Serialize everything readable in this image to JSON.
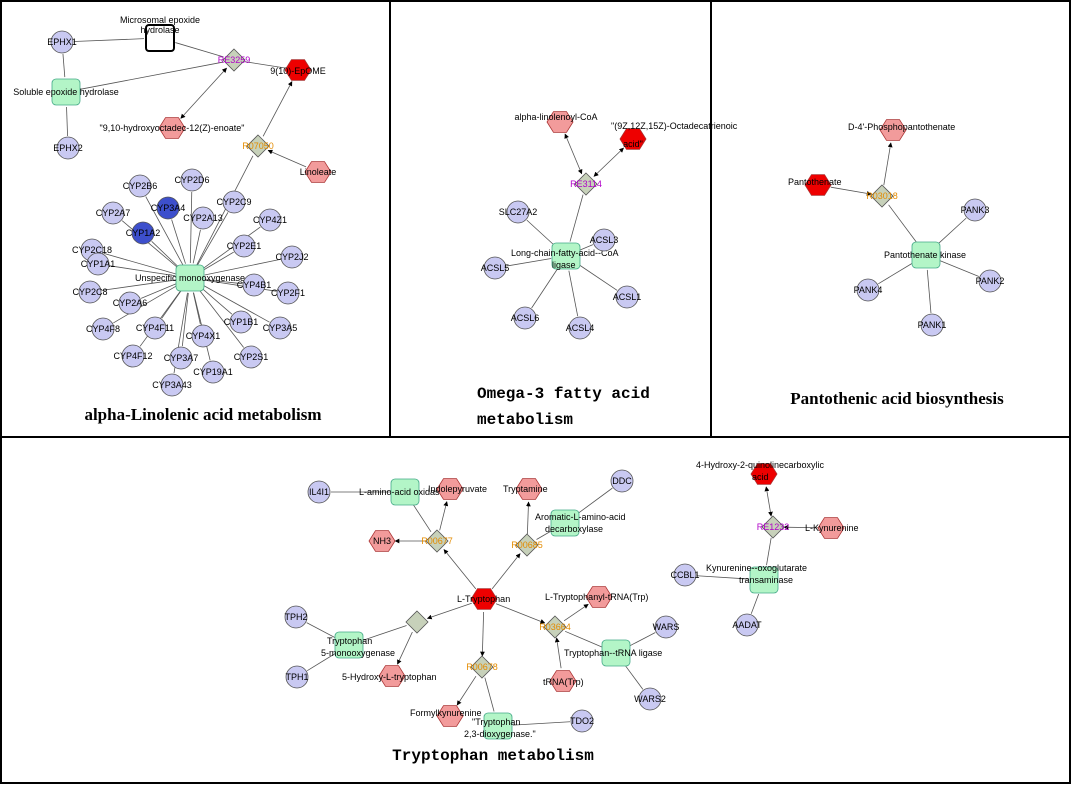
{
  "colors": {
    "gene": "#c9c9f2",
    "gene_dark": "#3d4fcc",
    "enzyme": "#b3f5c7",
    "compound": "#f29b9b",
    "compound_hi": "#ee0000",
    "reaction": "#c7d1ba",
    "rid_purple": "#b000c8",
    "rid_orange": "#e38b00"
  },
  "panels": [
    {
      "id": "alpha",
      "title": "alpha-Linolenic acid metabolism",
      "nodes": [
        {
          "id": "EPHX1",
          "type": "gene",
          "label": "EPHX1"
        },
        {
          "id": "EPHX2",
          "type": "gene",
          "label": "EPHX2"
        },
        {
          "id": "SEH",
          "type": "enzyme",
          "label": "Soluble epoxide hydrolase"
        },
        {
          "id": "MEH",
          "type": "enzyme_outline",
          "label": "Microsomal epoxide hydrolase"
        },
        {
          "id": "R3259",
          "type": "reaction",
          "label": "RE3259",
          "rcolor": "purple"
        },
        {
          "id": "EpOME",
          "type": "compound_hi",
          "label": "9(10)-EpOME"
        },
        {
          "id": "HOD",
          "type": "compound",
          "label": "\"9,10-hydroxyoctadec-12(Z)-enoate\""
        },
        {
          "id": "R07050",
          "type": "reaction",
          "label": "R07050",
          "rcolor": "orange"
        },
        {
          "id": "Lino",
          "type": "compound",
          "label": "Linoleate"
        },
        {
          "id": "UMO",
          "type": "enzyme",
          "label": "Unspecific monooxygenase"
        },
        {
          "id": "CYP2B6",
          "type": "gene",
          "label": "CYP2B6"
        },
        {
          "id": "CYP2D6",
          "type": "gene",
          "label": "CYP2D6"
        },
        {
          "id": "CYP3A4",
          "type": "gene_dark",
          "label": "CYP3A4"
        },
        {
          "id": "CYP2A7",
          "type": "gene",
          "label": "CYP2A7"
        },
        {
          "id": "CYP1A2",
          "type": "gene_dark",
          "label": "CYP1A2"
        },
        {
          "id": "CYP2A13",
          "type": "gene",
          "label": "CYP2A13"
        },
        {
          "id": "CYP2C9",
          "type": "gene",
          "label": "CYP2C9"
        },
        {
          "id": "CYP4Z1",
          "type": "gene",
          "label": "CYP4Z1"
        },
        {
          "id": "CYP2C18",
          "type": "gene",
          "label": "CYP2C18"
        },
        {
          "id": "CYP2E1",
          "type": "gene",
          "label": "CYP2E1"
        },
        {
          "id": "CYP1A1",
          "type": "gene",
          "label": "CYP1A1"
        },
        {
          "id": "CYP2J2",
          "type": "gene",
          "label": "CYP2J2"
        },
        {
          "id": "CYP2C8",
          "type": "gene",
          "label": "CYP2C8"
        },
        {
          "id": "CYP4B1",
          "type": "gene",
          "label": "CYP4B1"
        },
        {
          "id": "CYP2F1",
          "type": "gene",
          "label": "CYP2F1"
        },
        {
          "id": "CYP2A6",
          "type": "gene",
          "label": "CYP2A6"
        },
        {
          "id": "CYP4F8",
          "type": "gene",
          "label": "CYP4F8"
        },
        {
          "id": "CYP4F11",
          "type": "gene",
          "label": "CYP4F11"
        },
        {
          "id": "CYP4X1",
          "type": "gene",
          "label": "CYP4X1"
        },
        {
          "id": "CYP1B1",
          "type": "gene",
          "label": "CYP1B1"
        },
        {
          "id": "CYP3A5",
          "type": "gene",
          "label": "CYP3A5"
        },
        {
          "id": "CYP4F12",
          "type": "gene",
          "label": "CYP4F12"
        },
        {
          "id": "CYP3A7",
          "type": "gene",
          "label": "CYP3A7"
        },
        {
          "id": "CYP2S1",
          "type": "gene",
          "label": "CYP2S1"
        },
        {
          "id": "CYP19A1",
          "type": "gene",
          "label": "CYP19A1"
        },
        {
          "id": "CYP3A43",
          "type": "gene",
          "label": "CYP3A43"
        }
      ]
    },
    {
      "id": "omega",
      "title": "Omega-3 fatty acid metabolism",
      "nodes": [
        {
          "id": "ALCoA",
          "type": "compound",
          "label": "alpha-linolenoyl-CoA"
        },
        {
          "id": "ODA",
          "type": "compound_hi",
          "label": "\"(9Z,12Z,15Z)-Octadecatrienoic acid\""
        },
        {
          "id": "R3114",
          "type": "reaction",
          "label": "RE3114",
          "rcolor": "purple"
        },
        {
          "id": "SLC27A2",
          "type": "gene",
          "label": "SLC27A2"
        },
        {
          "id": "LCFA",
          "type": "enzyme",
          "label": "Long-chain-fatty-acid--CoA ligase"
        },
        {
          "id": "ACSL3",
          "type": "gene",
          "label": "ACSL3"
        },
        {
          "id": "ACSL5",
          "type": "gene",
          "label": "ACSL5"
        },
        {
          "id": "ACSL1",
          "type": "gene",
          "label": "ACSL1"
        },
        {
          "id": "ACSL6",
          "type": "gene",
          "label": "ACSL6"
        },
        {
          "id": "ACSL4",
          "type": "gene",
          "label": "ACSL4"
        }
      ]
    },
    {
      "id": "panto",
      "title": "Pantothenic acid biosynthesis",
      "nodes": [
        {
          "id": "D4P",
          "type": "compound",
          "label": "D-4'-Phosphopantothenate"
        },
        {
          "id": "Pant",
          "type": "compound_hi",
          "label": "Pantothenate"
        },
        {
          "id": "R03018",
          "type": "reaction",
          "label": "R03018",
          "rcolor": "orange"
        },
        {
          "id": "PanK",
          "type": "enzyme",
          "label": "Pantothenate kinase"
        },
        {
          "id": "PANK3",
          "type": "gene",
          "label": "PANK3"
        },
        {
          "id": "PANK2",
          "type": "gene",
          "label": "PANK2"
        },
        {
          "id": "PANK4",
          "type": "gene",
          "label": "PANK4"
        },
        {
          "id": "PANK1",
          "type": "gene",
          "label": "PANK1"
        }
      ]
    },
    {
      "id": "trp",
      "title": "Tryptophan metabolism",
      "nodes": [
        {
          "id": "IL4I1",
          "type": "gene",
          "label": "IL4I1"
        },
        {
          "id": "LAAO",
          "type": "enzyme",
          "label": "L-amino-acid oxidase"
        },
        {
          "id": "IPyr",
          "type": "compound",
          "label": "Indolepyruvate"
        },
        {
          "id": "NH3",
          "type": "compound",
          "label": "NH3"
        },
        {
          "id": "R00677",
          "type": "reaction",
          "label": "R00677",
          "rcolor": "orange"
        },
        {
          "id": "Tryptamine",
          "type": "compound",
          "label": "Tryptamine"
        },
        {
          "id": "DDC",
          "type": "gene",
          "label": "DDC"
        },
        {
          "id": "AAAD",
          "type": "enzyme",
          "label": "Aromatic-L-amino-acid decarboxylase"
        },
        {
          "id": "R00685",
          "type": "reaction",
          "label": "R00685",
          "rcolor": "orange"
        },
        {
          "id": "LTrp",
          "type": "compound_hi",
          "label": "L-Tryptophan"
        },
        {
          "id": "TrpTRNA",
          "type": "compound",
          "label": "L-Tryptophanyl-tRNA(Trp)"
        },
        {
          "id": "R03664",
          "type": "reaction",
          "label": "R03664",
          "rcolor": "orange"
        },
        {
          "id": "WARS",
          "type": "gene",
          "label": "WARS"
        },
        {
          "id": "TRL",
          "type": "enzyme",
          "label": "Tryptophan--tRNA ligase"
        },
        {
          "id": "tRNA",
          "type": "compound",
          "label": "tRNA(Trp)"
        },
        {
          "id": "WARS2",
          "type": "gene",
          "label": "WARS2"
        },
        {
          "id": "TPH2",
          "type": "gene",
          "label": "TPH2"
        },
        {
          "id": "TPH1",
          "type": "gene",
          "label": "TPH1"
        },
        {
          "id": "T5MO",
          "type": "enzyme",
          "label": "Tryptophan 5-monooxygenase"
        },
        {
          "id": "RTPH",
          "type": "reaction",
          "label": "",
          "rcolor": "orange"
        },
        {
          "id": "HTP",
          "type": "compound",
          "label": "5-Hydroxy-L-tryptophan"
        },
        {
          "id": "R00678",
          "type": "reaction",
          "label": "R00678",
          "rcolor": "orange"
        },
        {
          "id": "FK",
          "type": "compound",
          "label": "Formylkynurenine"
        },
        {
          "id": "TDO",
          "type": "enzyme",
          "label": "\"Tryptophan 2,3-dioxygenase.\""
        },
        {
          "id": "TDO2",
          "type": "gene",
          "label": "TDO2"
        },
        {
          "id": "HQC",
          "type": "compound_hi",
          "label": "4-Hydroxy-2-quinolinecarboxylic acid"
        },
        {
          "id": "R1232",
          "type": "reaction",
          "label": "RE1232",
          "rcolor": "purple"
        },
        {
          "id": "LKyn",
          "type": "compound",
          "label": "L-Kynurenine"
        },
        {
          "id": "CCBL1",
          "type": "gene",
          "label": "CCBL1"
        },
        {
          "id": "KOT",
          "type": "enzyme",
          "label": "Kynurenine--oxoglutarate transaminase"
        },
        {
          "id": "AADAT",
          "type": "gene",
          "label": "AADAT"
        }
      ]
    }
  ]
}
